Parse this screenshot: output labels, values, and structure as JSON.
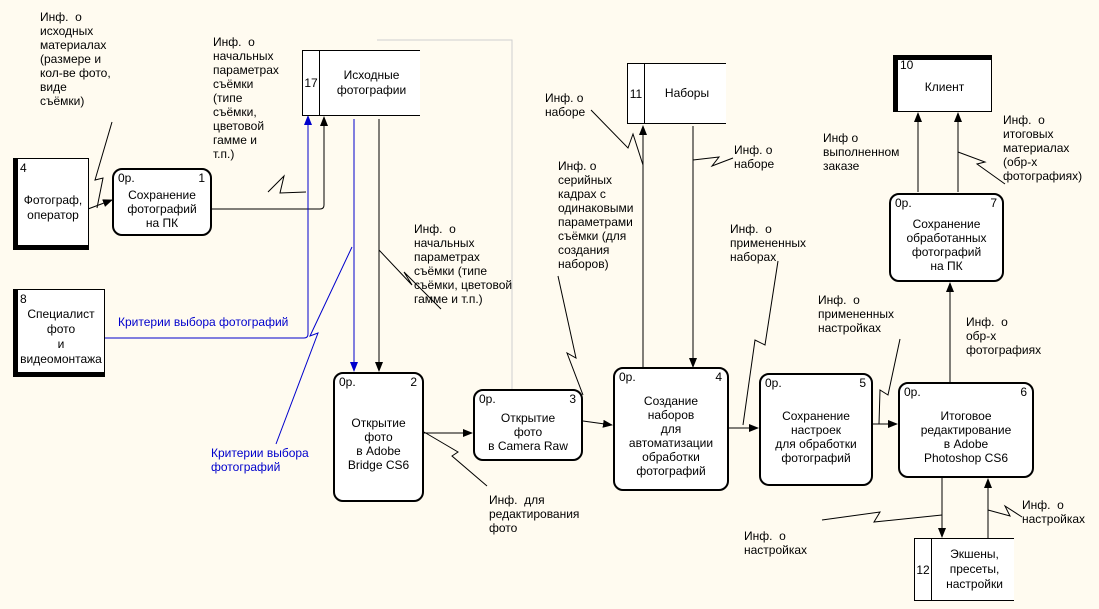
{
  "colors": {
    "flow": "#000000",
    "control_flow": "#0000cc",
    "background": "#fffbf0"
  },
  "externals": {
    "photographer": {
      "id": "4",
      "title": "Фотограф,\nоператор"
    },
    "specialist": {
      "id": "8",
      "title": "Специалист\nфото\nи\nвидеомонтажа"
    },
    "client": {
      "id": "10",
      "title": "Клиент"
    }
  },
  "stores": {
    "source_photos": {
      "num": "17",
      "title": "Исходные\nфотографии"
    },
    "sets": {
      "num": "11",
      "title": "Наборы"
    },
    "actions": {
      "num": "12",
      "title": "Экшены,\nпресеты,\nнастройки"
    }
  },
  "processes": {
    "p1": {
      "prefix": "0р.",
      "num": "1",
      "title": "Сохранение\nфотографий\nна ПК"
    },
    "p2": {
      "prefix": "0р.",
      "num": "2",
      "title": "Открытие\nфото\nв Adobe\nBridge CS6"
    },
    "p3": {
      "prefix": "0р.",
      "num": "3",
      "title": "Открытие\nфото\nв Camera Raw"
    },
    "p4": {
      "prefix": "0р.",
      "num": "4",
      "title": "Создание\nнаборов\nдля\nавтоматизации\nобработки\nфотографий"
    },
    "p5": {
      "prefix": "0р.",
      "num": "5",
      "title": "Сохранение\nнастроек\nдля обработки\nфотографий"
    },
    "p6": {
      "prefix": "0р.",
      "num": "6",
      "title": "Итоговое\nредактирование\nв Adobe\nPhotoshop CS6"
    },
    "p7": {
      "prefix": "0р.",
      "num": "7",
      "title": "Сохранение\nобработанных\nфотографий\nна ПК"
    }
  },
  "labels": {
    "source_materials": "Инф.  о\nисходных\nматериалах\n(размере и\nкол-ве фото,\nвиде\nсъёмки)",
    "initial_params_1": "Инф.  о\nначальных\nпараметрах\nсъёмки\n(типе\nсъёмки,\nцветовой\nгамме и\nт.п.)",
    "selection_criteria_1": "Критерии выбора фотографий",
    "selection_criteria_2": "Критерии выбора\nфотографий",
    "initial_params_2": "Инф.  о\nначальных\nпараметрах\nсъёмки (типе\nсъёмки, цветовой\nгамме и т.п.)",
    "edit_info": "Инф.  для\nредактирования\nфото",
    "set_info_1": "Инф. о\nнаборе",
    "serial_frames": "Инф. о\nсерийных\nкадрах с\nодинаковыми\nпараметрами\nсъёмки (для\nсоздания\nнаборов)",
    "set_info_2": "Инф. о\nнаборе",
    "applied_sets": "Инф.  о\nпримененных\nнаборах",
    "applied_settings": "Инф.  о\nпримененных\nнастройках",
    "settings_1": "Инф.  о\nнастройках",
    "settings_2": "Инф.  о\nнастройках",
    "completed_order": "Инф о\nвыполненном\nзаказе",
    "final_materials": "Инф.  о\nитоговых\nматериалах\n(обр-х\nфотографиях)",
    "processed_photos": "Инф.  о\nобр-х\nфотографиях"
  }
}
